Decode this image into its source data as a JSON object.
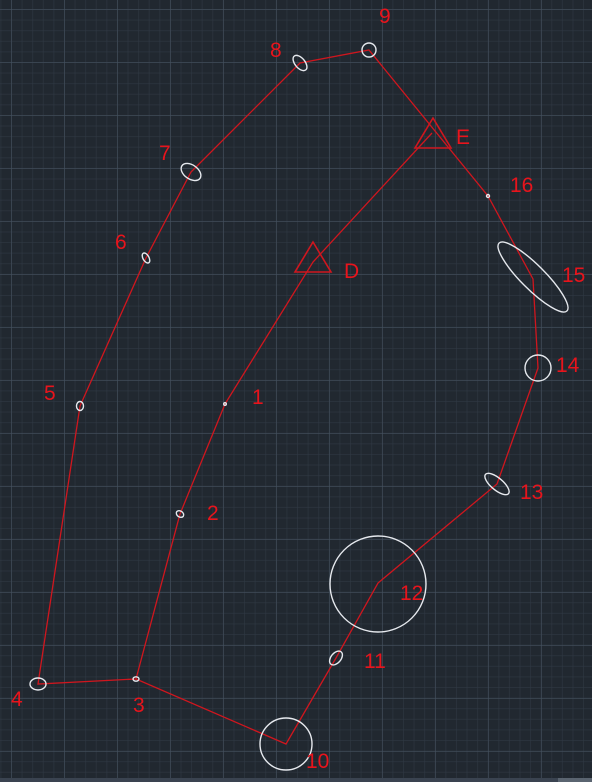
{
  "drawing": {
    "colors": {
      "background": "#212830",
      "line": "#d0161e",
      "label": "#e8141c",
      "marker": "#e6e9ee"
    },
    "point_labels": [
      "1",
      "2",
      "3",
      "4",
      "5",
      "6",
      "7",
      "8",
      "9",
      "10",
      "11",
      "12",
      "13",
      "14",
      "15",
      "16"
    ],
    "station_labels": [
      "D",
      "E"
    ]
  }
}
